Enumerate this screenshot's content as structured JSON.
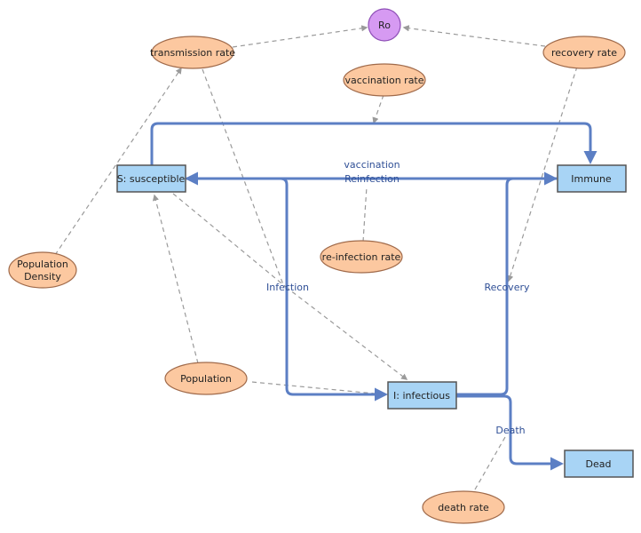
{
  "colors": {
    "stock_fill": "#a8d4f5",
    "stock_stroke": "#555555",
    "aux_fill": "#fcc8a0",
    "aux_stroke": "#a06a4a",
    "ro_fill": "#d69af2",
    "ro_stroke": "#8e4fb6",
    "flow": "#5c7fc4",
    "dependency": "#9a9a9a"
  },
  "stocks": {
    "susceptible": "S: susceptible",
    "immune": "Immune",
    "infectious": "I: infectious",
    "dead": "Dead"
  },
  "auxiliaries": {
    "ro": "Ro",
    "transmission_rate": "transmission rate",
    "recovery_rate": "recovery rate",
    "vaccination_rate": "vaccination rate",
    "population_density": [
      "Population",
      "Density"
    ],
    "reinfection_rate": "re-infection rate",
    "population": "Population",
    "death_rate": "death rate"
  },
  "flows": {
    "vaccination": "vaccination",
    "reinfection": "Reinfection",
    "infection": "Infection",
    "recovery": "Recovery",
    "death": "Death"
  }
}
